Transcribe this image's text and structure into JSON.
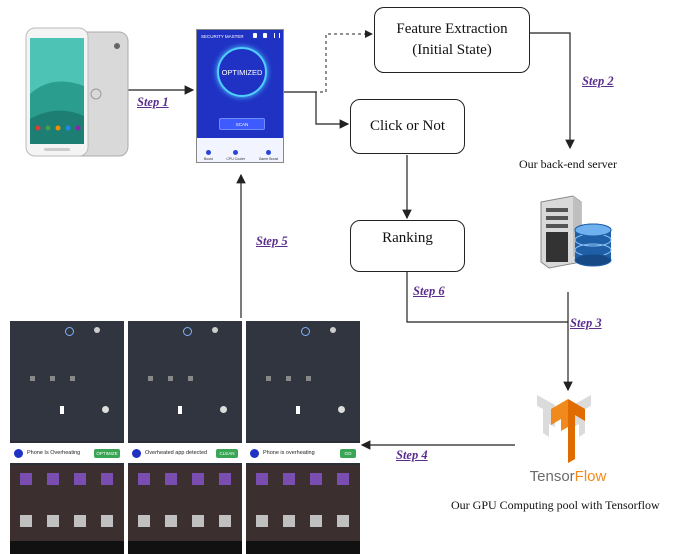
{
  "boxes": {
    "feature_line1": "Feature Extraction",
    "feature_line2": "(Initial State)",
    "click": "Click or Not",
    "ranking": "Ranking"
  },
  "steps": {
    "s1": "Step 1",
    "s2": "Step 2",
    "s3": "Step 3",
    "s4": "Step 4",
    "s5": "Step 5",
    "s6": "Step 6"
  },
  "captions": {
    "server": "Our back-end server",
    "gpu": "Our GPU Computing pool with Tensorflow"
  },
  "app": {
    "title": "SECURITY MASTER",
    "status": "OPTIMIZED",
    "scan": "SCAN",
    "bottom": [
      "Boost",
      "CPU Cooler",
      "Game Boost"
    ]
  },
  "tensorflow": {
    "prefix": "Tensor",
    "suffix": "Flow"
  },
  "notifications": [
    {
      "title": "Phone Is Overheating",
      "button": "OPTIMIZE"
    },
    {
      "title": "Overheated app detected",
      "button": "CLEAN"
    },
    {
      "title": "Phone is overheating",
      "button": "GO"
    }
  ],
  "colors": {
    "step": "#5b2d8e",
    "app_bg": "#2233bb",
    "phone_dark": "#2a2f38",
    "tf_orange": "#f08a1c",
    "tf_gray": "#6b6b6b",
    "server_blue": "#1f5fa8"
  }
}
